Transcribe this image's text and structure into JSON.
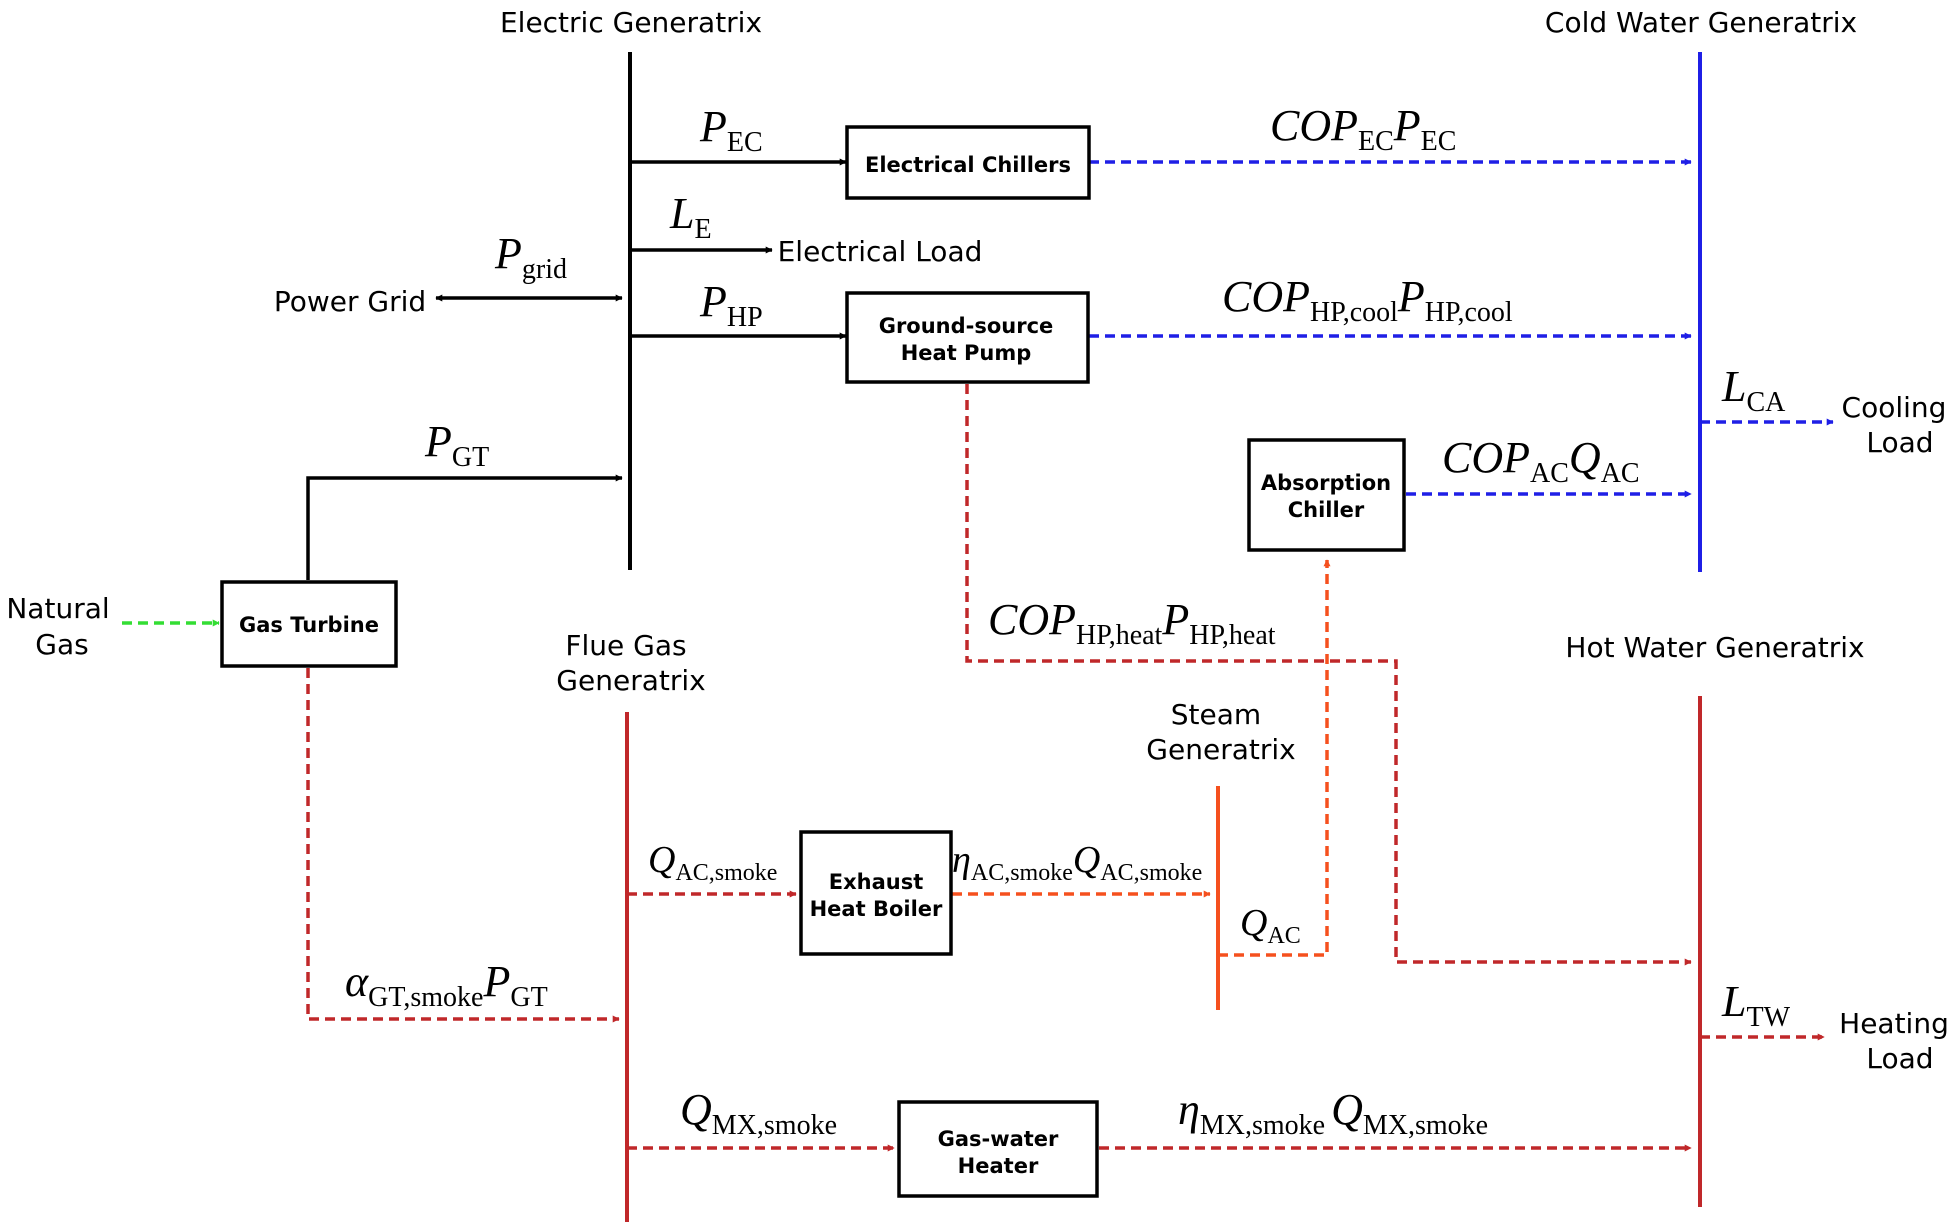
{
  "colors": {
    "electric": "#000000",
    "cold": "#1f1fe6",
    "flue": "#c0282a",
    "steam": "#f5501e",
    "gas": "#33dd33",
    "hot": "#c0282a"
  },
  "buses": {
    "electric": "Electric Generatrix",
    "cold": "Cold Water Generatrix",
    "flue": [
      "Flue Gas",
      "Generatrix"
    ],
    "steam": [
      "Steam",
      "Generatrix"
    ],
    "hot": "Hot Water Generatrix"
  },
  "devices": {
    "electrical_chillers": [
      "Electrical Chillers"
    ],
    "ground_source_heat_pump": [
      "Ground-source",
      "Heat Pump"
    ],
    "absorption_chiller": [
      "Absorption",
      "Chiller"
    ],
    "gas_turbine": [
      "Gas Turbine"
    ],
    "exhaust_heat_boiler": [
      "Exhaust",
      "Heat Boiler"
    ],
    "gas_water_heater": [
      "Gas-water",
      "Heater"
    ]
  },
  "terminals": {
    "power_grid": "Power Grid",
    "electrical_load": "Electrical Load",
    "natural_gas": [
      "Natural",
      "Gas"
    ],
    "cooling_load": [
      "Cooling",
      "Load"
    ],
    "heating_load": [
      "Heating",
      "Load"
    ]
  },
  "flows": {
    "p_ec": {
      "main": "P",
      "sub": "EC"
    },
    "l_e": {
      "main": "L",
      "sub": "E"
    },
    "p_grid": {
      "main": "P",
      "sub": "grid"
    },
    "p_hp": {
      "main": "P",
      "sub": "HP"
    },
    "p_gt": {
      "main": "P",
      "sub": "GT"
    },
    "cop_ec_p_ec": {
      "m1": "COP",
      "s1": "EC",
      "m2": "P",
      "s2": "EC"
    },
    "cop_hp_cool": {
      "m1": "COP",
      "s1": "HP,cool",
      "m2": "P",
      "s2": "HP,cool"
    },
    "l_ca": {
      "main": "L",
      "sub": "CA"
    },
    "cop_ac_q_ac": {
      "m1": "COP",
      "s1": "AC",
      "m2": "Q",
      "s2": "AC"
    },
    "cop_hp_heat": {
      "m1": "COP",
      "s1": "HP,heat",
      "m2": "P",
      "s2": "HP,heat"
    },
    "q_ac_smoke": {
      "main": "Q",
      "sub": "AC,smoke"
    },
    "eta_ac_smoke": {
      "m1": "η",
      "s1": "AC,smoke",
      "m2": "Q",
      "s2": "AC,smoke"
    },
    "q_ac": {
      "main": "Q",
      "sub": "AC"
    },
    "alpha_gt_smoke": {
      "m1": "α",
      "s1": "GT,smoke",
      "m2": "P",
      "s2": "GT"
    },
    "l_tw": {
      "main": "L",
      "sub": "TW"
    },
    "q_mx_smoke": {
      "main": "Q",
      "sub": "MX,smoke"
    },
    "eta_mx_smoke": {
      "m1": "η",
      "s1": "MX,smoke",
      "m2": "Q",
      "s2": "MX,smoke"
    }
  }
}
